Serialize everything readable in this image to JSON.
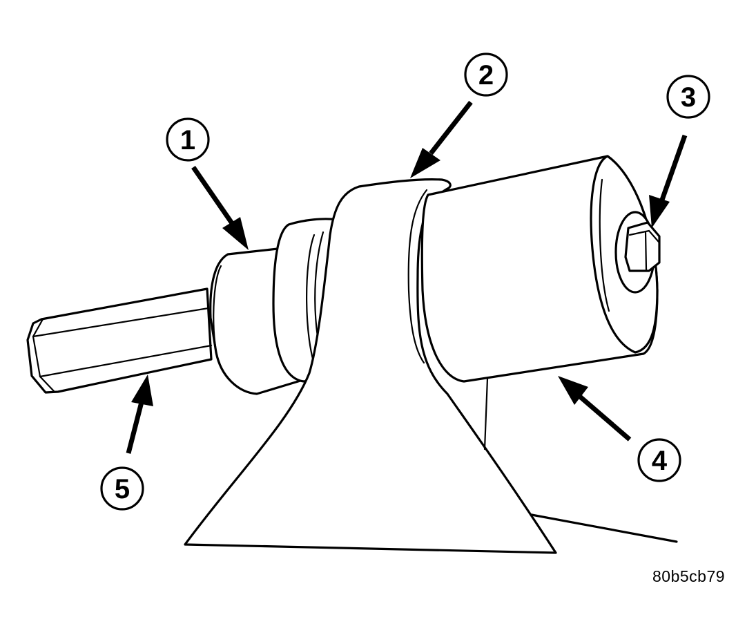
{
  "figure": {
    "code": "80b5cb79"
  },
  "callouts": [
    {
      "label": "1"
    },
    {
      "label": "2"
    },
    {
      "label": "3"
    },
    {
      "label": "4"
    },
    {
      "label": "5"
    }
  ]
}
